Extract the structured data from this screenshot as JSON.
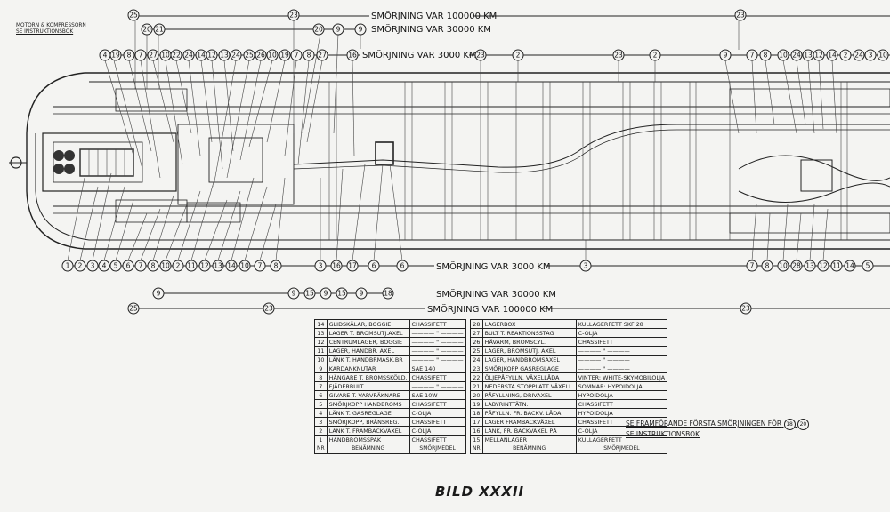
{
  "interval_labels": {
    "top_100000": "SMÖRJNING VAR 100000 KM",
    "top_30000": "SMÖRJNING VAR 30000 KM",
    "top_3000": "SMÖRJNING VAR 3000 KM",
    "bottom_3000": "SMÖRJNING VAR 3000 KM",
    "bottom_30000": "SMÖRJNING VAR 30000 KM",
    "bottom_100000": "SMÖRJNING VAR 100000 KM"
  },
  "motor_note": [
    "MOTORN & KOMPRESSORN",
    "SE INSTRUKTIONSBOK"
  ],
  "top_100000_markers": [
    "25",
    "23",
    "23"
  ],
  "top_30000_markers": [
    "20",
    "21",
    "20",
    "9",
    "9"
  ],
  "top_3000_row_left": [
    "4",
    "19",
    "8",
    "7",
    "27",
    "10",
    "22",
    "24",
    "14",
    "12",
    "13",
    "24",
    "25",
    "26",
    "10",
    "19",
    "7",
    "8",
    "27",
    "16"
  ],
  "top_3000_row_right_a": [
    "23",
    "2",
    "23",
    "2",
    "9"
  ],
  "top_3000_row_right_b": [
    "7",
    "8",
    "10",
    "24",
    "13",
    "12",
    "14",
    "2",
    "24",
    "3",
    "10"
  ],
  "bottom_3000_row_left": [
    "1",
    "2",
    "3",
    "4",
    "5",
    "6",
    "7",
    "8",
    "10",
    "2",
    "11",
    "12",
    "13",
    "14",
    "10",
    "7",
    "8",
    "3",
    "16",
    "17",
    "6"
  ],
  "bottom_3000_mid": "3",
  "bottom_3000_row_right": [
    "7",
    "8",
    "10",
    "28",
    "13",
    "12",
    "11",
    "14",
    "5"
  ],
  "bottom_30000_markers": [
    "9",
    "9",
    "15",
    "9",
    "15",
    "9",
    "18"
  ],
  "bottom_100000_markers": [
    "25",
    "23",
    "23"
  ],
  "legend_left": {
    "rows": [
      {
        "nr": "14",
        "name": "GLIDSKÅLAR, BOGGIE",
        "lub": "CHASSIFETT"
      },
      {
        "nr": "13",
        "name": "LAGER T. BROMSUTJ.AXEL",
        "lub": "———— \" ————"
      },
      {
        "nr": "12",
        "name": "CENTRUMLAGER, BOGGIE",
        "lub": "———— \" ————"
      },
      {
        "nr": "11",
        "name": "LAGER, HANDBR. AXEL",
        "lub": "———— \" ————"
      },
      {
        "nr": "10",
        "name": "LÄNK T. HANDBRMASK.BR",
        "lub": "———— \" ————"
      },
      {
        "nr": "9",
        "name": "KARDANKNUTAR",
        "lub": "SAE 140"
      },
      {
        "nr": "8",
        "name": "HÄNGARE T. BROMSSKÖLD.",
        "lub": "CHASSIFETT"
      },
      {
        "nr": "7",
        "name": "FJÄDERBULT",
        "lub": "———— \" ————"
      },
      {
        "nr": "6",
        "name": "GIVARE T. VARVRÄKNARE",
        "lub": "SAE 10W"
      },
      {
        "nr": "5",
        "name": "SMÖRJKOPP HANDBROMS",
        "lub": "CHASSIFETT"
      },
      {
        "nr": "4",
        "name": "LÄNK T. GASREGLAGE",
        "lub": "C-OLJA"
      },
      {
        "nr": "3",
        "name": "SMÖRJKOPP, BRÄNSREG.",
        "lub": "CHASSIFETT"
      },
      {
        "nr": "2",
        "name": "LÄNK T. FRAMBACKVÄXEL",
        "lub": "C-OLJA"
      },
      {
        "nr": "1",
        "name": "HANDBROMSSPAK",
        "lub": "CHASSIFETT"
      }
    ],
    "header": {
      "nr": "NR",
      "name": "BENÄMNING",
      "lub": "SMÖRJMEDEL"
    }
  },
  "legend_right": {
    "rows": [
      {
        "nr": "28",
        "name": "LAGERBOX",
        "lub": "KULLAGERFETT SKF 28"
      },
      {
        "nr": "27",
        "name": "BULT T. REAKTIONSSTAG",
        "lub": "C-OLJA"
      },
      {
        "nr": "26",
        "name": "HÄVARM, BROMSCYL.",
        "lub": "CHASSIFETT"
      },
      {
        "nr": "25",
        "name": "LAGER, BROMSUTJ. AXEL",
        "lub": "———— \" ————"
      },
      {
        "nr": "24",
        "name": "LAGER, HANDBROMSAXEL",
        "lub": "———— \" ————"
      },
      {
        "nr": "23",
        "name": "SMÖRJKOPP GASREGLAGE",
        "lub": "———— \" ————"
      },
      {
        "nr": "22",
        "name": "ÖLJEPÅFYLLN. VÄXELLÅDA",
        "lub": "VINTER: WHITE-SKYMOBILOLJA"
      },
      {
        "nr": "21",
        "name": "NEDERSTA STOPPLATT VÄXELL.",
        "lub": "SOMMAR: HYPOIDOLJA"
      },
      {
        "nr": "20",
        "name": "PÅFYLLNING, DRIVAXEL",
        "lub": "HYPOIDOLJA"
      },
      {
        "nr": "19",
        "name": "LABYRINTTÄTN.",
        "lub": "CHASSIFETT"
      },
      {
        "nr": "18",
        "name": "PÅFYLLN. FR. BACKV. LÅDA",
        "lub": "HYPOIDOLJA"
      },
      {
        "nr": "17",
        "name": "LAGER FRAMBACKVÄXEL",
        "lub": "CHASSIFETT"
      },
      {
        "nr": "16",
        "name": "LÄNK, FR. BACKVÄXEL PÅ",
        "lub": "C-OLJA"
      },
      {
        "nr": "15",
        "name": "MELLANLAGER",
        "lub": "KULLAGERFETT"
      }
    ],
    "header": {
      "nr": "NR",
      "name": "BENÄMNING",
      "lub": "SMÖRJMEDEL"
    }
  },
  "footnote": [
    "SE FRAMFÖRANDE FÖRSTA SMÖRJNINGEN FÖR",
    "SE INSTRUKTIONSBOK"
  ],
  "footnote_refs": [
    "18",
    "20"
  ],
  "figure_title": "BILD XXXII"
}
